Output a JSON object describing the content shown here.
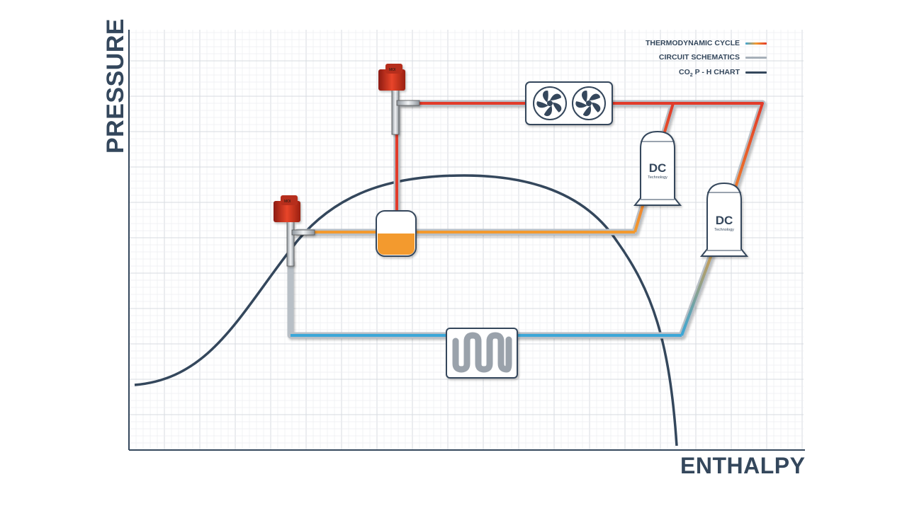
{
  "axes": {
    "y_label": "PRESSURE",
    "x_label": "ENTHALPY"
  },
  "legend": [
    {
      "label": "THERMODYNAMIC CYCLE",
      "color": "#e84a2a"
    },
    {
      "label": "CIRCUIT SCHEMATICS",
      "color": "#a7b0b9"
    },
    {
      "label_main": "CO",
      "label_sub": "2",
      "label_rest": " P - H CHART",
      "color": "#34475c"
    }
  ],
  "components": {
    "compressor_1": {
      "brand": "DC",
      "subtitle": "Technology"
    },
    "compressor_2": {
      "brand": "DC",
      "subtitle": "Technology"
    },
    "valve_top_label": "MOI",
    "valve_mid_label": "MOI"
  },
  "colors": {
    "grid": "#e3e6ea",
    "axis": "#34475c",
    "curve": "#34475c",
    "high_pressure": "#e23a2a",
    "medium_pressure": "#f39a2e",
    "low_pressure": "#3aa7d8",
    "pipe_casing": "#b8bfc6",
    "component_fill": "#ffffff",
    "component_stroke": "#34475c"
  }
}
